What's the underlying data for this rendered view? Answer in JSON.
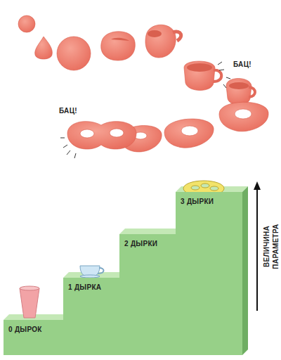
{
  "diagram": {
    "nodes": [
      {
        "text": [
          "0 ДЫРОК"
        ]
      },
      {
        "text": [
          "1 ДЫРКА"
        ]
      },
      {
        "text": [
          "2 ДЫРКИ"
        ]
      },
      {
        "text": [
          "3 ДЫРКИ"
        ]
      }
    ],
    "labels": [
      "БАЦ!",
      "БАЦ!",
      "ВЕЛИЧИНА ПАРАМЕТРА"
    ]
  }
}
